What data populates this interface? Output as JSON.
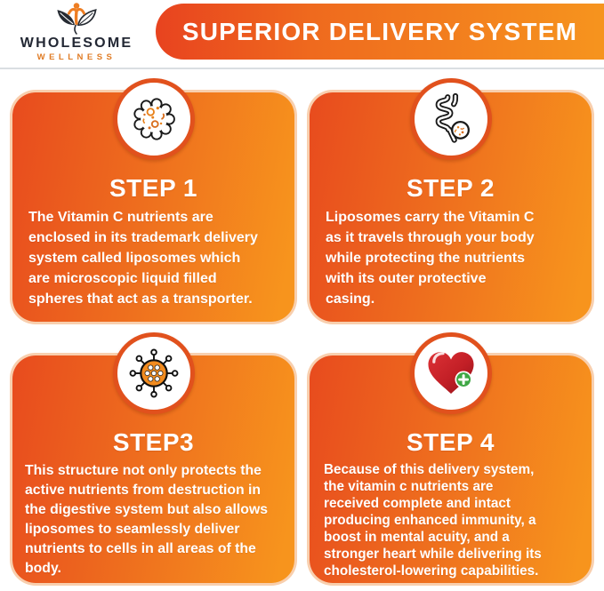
{
  "brand": {
    "line1": "WHOLESOME",
    "line2": "WELLNESS",
    "logo_icon": "leaves-person-logo-icon"
  },
  "banner": {
    "title": "SUPERIOR DELIVERY SYSTEM"
  },
  "colors": {
    "card_gradient_start": "#e84b1e",
    "card_gradient_end": "#f7941d",
    "banner_gradient_start": "#e8431f",
    "banner_gradient_end": "#f6941e",
    "icon_ring": "#e1511d",
    "card_rim": "#f8cfae",
    "text_white": "#ffffff",
    "brand_dark": "#232834",
    "brand_orange": "#e07c26",
    "logo_figure_orange": "#ee7e23",
    "heart_red": "#c21f26",
    "plus_green": "#3fa745",
    "icon_accent_orange": "#e8821c",
    "divider_gray": "#dadee2"
  },
  "steps": [
    {
      "title": "STEP 1",
      "icon": "microbe-liposome-icon",
      "description": "The Vitamin C nutrients are\nenclosed in its trademark delivery\nsystem called liposomes which\nare microscopic liquid filled\nspheres that act as a transporter."
    },
    {
      "title": "STEP 2",
      "icon": "intestines-icon",
      "description": "Liposomes carry the Vitamin C\nas it travels through your body\nwhile protecting the nutrients\nwith its outer protective\ncasing."
    },
    {
      "title": "STEP3",
      "icon": "cell-receptors-icon",
      "description": "This structure not only protects the\nactive nutrients from destruction in\nthe digestive system but also allows\nliposomes to seamlessly deliver\nnutrients to cells in all areas of the\nbody."
    },
    {
      "title": "STEP 4",
      "icon": "heart-plus-icon",
      "description": "Because of this delivery system,\nthe vitamin c nutrients are\nreceived complete and intact\nproducing enhanced immunity, a\nboost in mental acuity, and a\nstronger heart while delivering its\ncholesterol-lowering capabilities."
    }
  ]
}
